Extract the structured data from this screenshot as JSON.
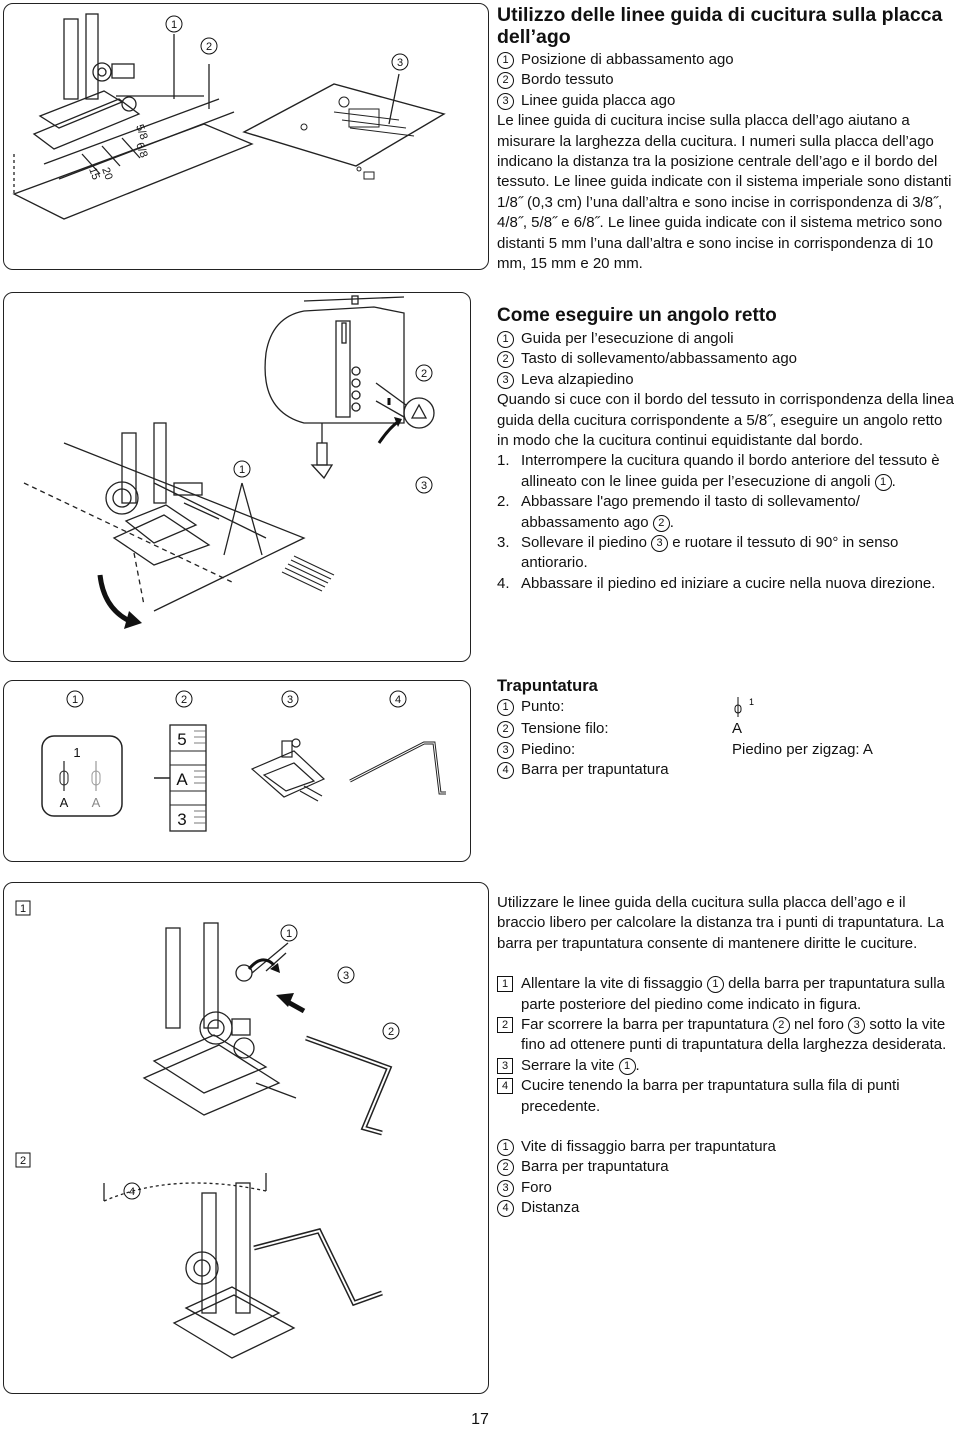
{
  "section1": {
    "title": "Utilizzo delle linee guida di cucitura sulla placca dell’ago",
    "items": [
      {
        "num": "1",
        "text": "Posizione di abbassamento ago"
      },
      {
        "num": "2",
        "text": "Bordo tessuto"
      },
      {
        "num": "3",
        "text": "Linee guida placca ago"
      }
    ],
    "body": "Le linee guida di cucitura incise sulla placca dell’ago aiutano a misurare la larghezza della cucitura. I numeri sulla placca dell’ago indicano la distanza tra la posizione centrale dell’ago e il bordo del tessuto. Le linee guida indicate con il sistema imperiale sono distanti 1/8˝ (0,3 cm) l’una dall’altra e sono incise in corrispondenza di 3/8˝, 4/8˝, 5/8˝ e 6/8˝. Le linee guida indicate con il sistema metrico sono distanti 5 mm l’una dall’altra e sono incise in corrispondenza di 10 mm, 15 mm e 20 mm.",
    "figure": {
      "callouts": [
        "1",
        "2",
        "3"
      ],
      "plate_labels": [
        "15",
        "20",
        "5/8",
        "6/8"
      ]
    }
  },
  "section2": {
    "title": "Come eseguire un angolo retto",
    "items": [
      {
        "num": "1",
        "text": "Guida per l’esecuzione di angoli"
      },
      {
        "num": "2",
        "text": "Tasto di sollevamento/abbassamento ago"
      },
      {
        "num": "3",
        "text": "Leva alzapiedino"
      }
    ],
    "body": "Quando si cuce con il bordo del tessuto in corrispondenza della linea guida della cucitura corrispondente a 5/8˝, eseguire un angolo retto in modo che la cucitura continui equidistante dal bordo.",
    "steps": [
      {
        "num": "1.",
        "text": "Interrompere la cucitura quando il bordo anteriore del tessuto è allineato con le linee guida per l’esecuzione di angoli ",
        "ref": "1",
        "after": "."
      },
      {
        "num": "2.",
        "text": "Abbassare l'ago premendo il tasto di sollevamento/ abbassamento ago ",
        "ref": "2",
        "after": "."
      },
      {
        "num": "3.",
        "text": "Sollevare il piedino ",
        "ref": "3",
        "after": " e ruotare il tessuto di 90° in senso antiorario."
      },
      {
        "num": "4.",
        "text": "Abbassare il piedino ed iniziare a cucire nella nuova direzione.",
        "ref": "",
        "after": ""
      }
    ],
    "figure": {
      "callouts": [
        "1",
        "2",
        "3"
      ]
    }
  },
  "section3": {
    "title": "Trapuntatura",
    "items": [
      {
        "num": "1",
        "label": "Punto:",
        "value": "1"
      },
      {
        "num": "2",
        "label": "Tensione filo:",
        "value": "A"
      },
      {
        "num": "3",
        "label": "Piedino:",
        "value": "Piedino per zigzag: A"
      },
      {
        "num": "4",
        "label": "Barra per trapuntatura",
        "value": ""
      }
    ],
    "figure": {
      "callouts": [
        "1",
        "2",
        "3",
        "4"
      ],
      "stitch_icon_number": "1",
      "stitch_icon_letters": [
        "A",
        "A"
      ],
      "dial_values": [
        "5",
        "A",
        "3"
      ]
    }
  },
  "section4": {
    "intro": "Utilizzare le linee guida della cucitura sulla placca dell’ago e il braccio libero per calcolare la distanza tra i punti di trapuntatura. La barra per trapuntatura consente di mantenere diritte le cuciture.",
    "steps": [
      {
        "num": "1",
        "text": "Allentare la vite di fissaggio ",
        "ref": "1",
        "after": " della barra per trapuntatura sulla parte posteriore del piedino come indicato in figura."
      },
      {
        "num": "2",
        "text": "Far scorrere la barra per trapuntatura ",
        "ref": "2",
        "after": " nel foro ",
        "ref2": "3",
        "after2": " sotto la vite fino ad ottenere punti di trapuntatura della larghezza desiderata."
      },
      {
        "num": "3",
        "text": "Serrare la vite ",
        "ref": "1",
        "after": "."
      },
      {
        "num": "4",
        "text": "Cucire tenendo la barra per trapuntatura sulla fila di punti precedente.",
        "ref": "",
        "after": ""
      }
    ],
    "legend": [
      {
        "num": "1",
        "text": "Vite di fissaggio barra per trapuntatura"
      },
      {
        "num": "2",
        "text": "Barra per trapuntatura"
      },
      {
        "num": "3",
        "text": "Foro"
      },
      {
        "num": "4",
        "text": "Distanza"
      }
    ],
    "figure": {
      "step_markers": [
        "1",
        "2"
      ],
      "callouts": [
        "1",
        "2",
        "3",
        "4"
      ]
    }
  },
  "page_number": "17"
}
